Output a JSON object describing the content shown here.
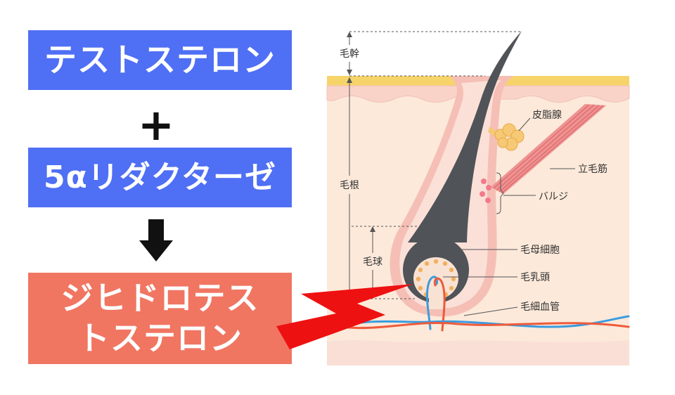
{
  "left_panel": {
    "testosterone_box": {
      "label": "テストステロン",
      "color": "#4f6ff4"
    },
    "plus_sign": "+",
    "reductase_box": {
      "label": "5αリダクターゼ",
      "color": "#4f6ff4"
    },
    "arrow_icon": "down-arrow-icon",
    "dht_box": {
      "lines": [
        "ジヒドロテス",
        "トステロン"
      ],
      "color": "#f07662"
    }
  },
  "connector": {
    "icon": "lightning-bolt-icon",
    "color": "#ee1111"
  },
  "diagram": {
    "labels": {
      "hair_shaft": "毛幹",
      "hair_root": "毛根",
      "hair_bulb": "毛球",
      "sebaceous_gland": "皮脂腺",
      "arrector_pili": "立毛筋",
      "bulge": "バルジ",
      "matrix_cells": "毛母細胞",
      "dermal_papilla": "毛乳頭",
      "capillaries": "毛細血管"
    }
  }
}
